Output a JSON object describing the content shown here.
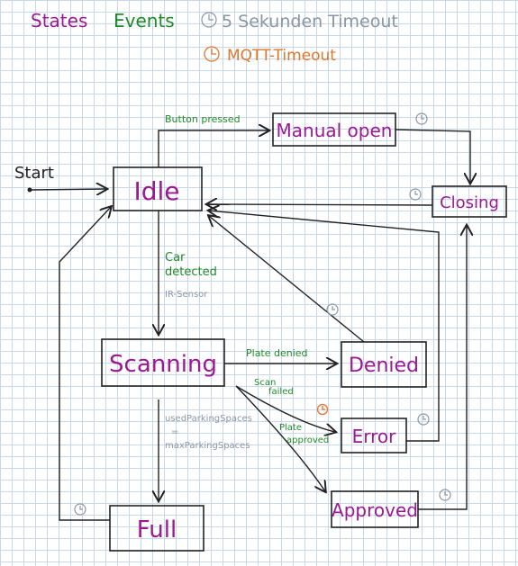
{
  "legend": {
    "states": "States",
    "events": "Events",
    "timeout5": "5 Sekunden Timeout",
    "mqtt": "MQTT-Timeout"
  },
  "start_label": "Start",
  "states": {
    "idle": "Idle",
    "manual_open": "Manual open",
    "closing": "Closing",
    "scanning": "Scanning",
    "denied": "Denied",
    "error": "Error",
    "approved": "Approved",
    "full": "Full"
  },
  "events": {
    "button_pressed": "Button pressed",
    "car_detected_1": "Car",
    "car_detected_2": "detected",
    "ir_sensor": "IR-Sensor",
    "plate_denied": "Plate denied",
    "scan_failed_1": "Scan",
    "scan_failed_2": "failed",
    "plate_approved_1": "Plate",
    "plate_approved_2": "approved",
    "used_parking": "usedParkingSpaces",
    "equals": "=",
    "max_parking": "maxParkingSpaces"
  },
  "colors": {
    "state": "#9b1a93",
    "event": "#1f8a2a",
    "timeout": "#8a96a3",
    "mqtt": "#e0762a"
  }
}
